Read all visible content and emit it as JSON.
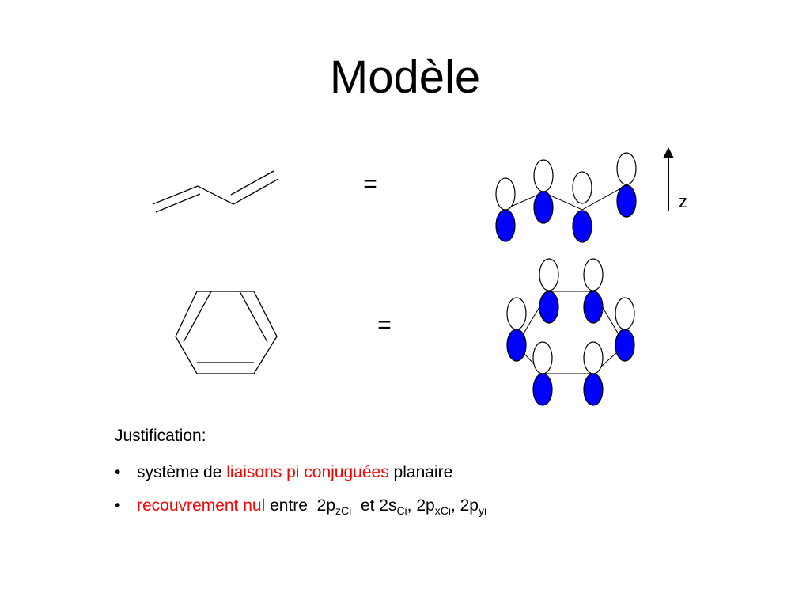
{
  "slide": {
    "title": "Modèle",
    "equals_sign": "=",
    "axis_label": "z"
  },
  "justification": {
    "heading": "Justification:",
    "bullet_symbol": "•",
    "bullet1": {
      "before": "système de",
      "highlight": "liaisons pi conjuguées",
      "after": "planaire"
    },
    "bullet2": {
      "highlight": "recouvrement nul",
      "after": "entre",
      "p1_base": "2p",
      "p1_sub": "zCi",
      "conj": "et 2s",
      "s_sub": "Ci",
      "sep1": ", 2p",
      "px_sub": "xCi",
      "sep2": ", 2p",
      "py_sub": "yi"
    }
  },
  "colors": {
    "lobe_filled": "#0000ff",
    "lobe_empty": "#ffffff",
    "lobe_outline": "#000000",
    "bond": "#000000",
    "highlight_text": "#ff0000"
  }
}
